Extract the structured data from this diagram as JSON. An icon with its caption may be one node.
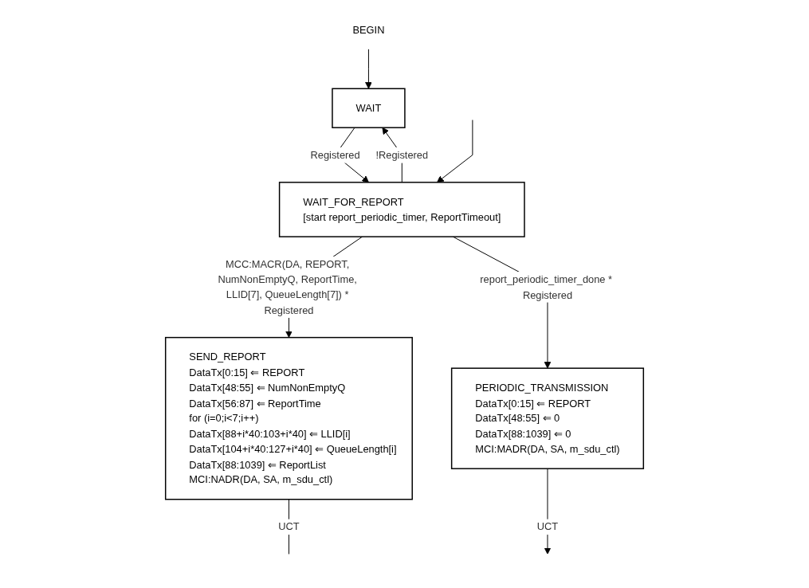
{
  "diagram": {
    "nodes": [
      {
        "text": [
          "BEGIN"
        ]
      },
      {
        "text": [
          "WAIT"
        ]
      },
      {
        "text": [
          "WAIT_FOR_REPORT",
          "[start report_periodic_timer, ReportTimeout]"
        ]
      },
      {
        "text": [
          "SEND_REPORT",
          "DataTx[0:15] ⇐ REPORT",
          "DataTx[48:55] ⇐ NumNonEmptyQ",
          "DataTx[56:87] ⇐ ReportTime",
          "for (i=0;i<7;i++)",
          "DataTx[88+i*40:103+i*40] ⇐ LLID[i]",
          "DataTx[104+i*40:127+i*40] ⇐ QueueLength[i]",
          "DataTx[88:1039] ⇐ ReportList",
          "MCI:NADR(DA, SA, m_sdu_ctl)"
        ]
      },
      {
        "text": [
          "PERIODIC_TRANSMISSION",
          "DataTx[0:15] ⇐ REPORT",
          "DataTx[48:55] ⇐ 0",
          "DataTx[88:1039] ⇐ 0",
          "MCI:MADR(DA, SA, m_sdu_ctl)"
        ]
      }
    ],
    "edges": [
      {
        "from": 0,
        "to": 1,
        "arrow": "to"
      },
      {
        "from": 1,
        "to": 2,
        "arrow": "to",
        "label": "Registered"
      },
      {
        "from": 2,
        "to": 1,
        "arrow": "to",
        "label": "!Registered"
      },
      {
        "from": 2,
        "to": 3,
        "arrow": "to",
        "label": "MCC:MACR(DA, REPORT, NumNonEmptyQ, ReportTime, LLID[7], QueueLength[7]) * Registered"
      },
      {
        "from": 2,
        "to": 4,
        "arrow": "to",
        "label": "report_periodic_timer_done * Registered"
      },
      {
        "from": 3,
        "to": null,
        "arrow": "none",
        "label": "UCT"
      },
      {
        "from": 4,
        "to": null,
        "arrow": "to",
        "label": "UCT"
      },
      {
        "from": null,
        "to": 2,
        "arrow": "to"
      }
    ]
  }
}
